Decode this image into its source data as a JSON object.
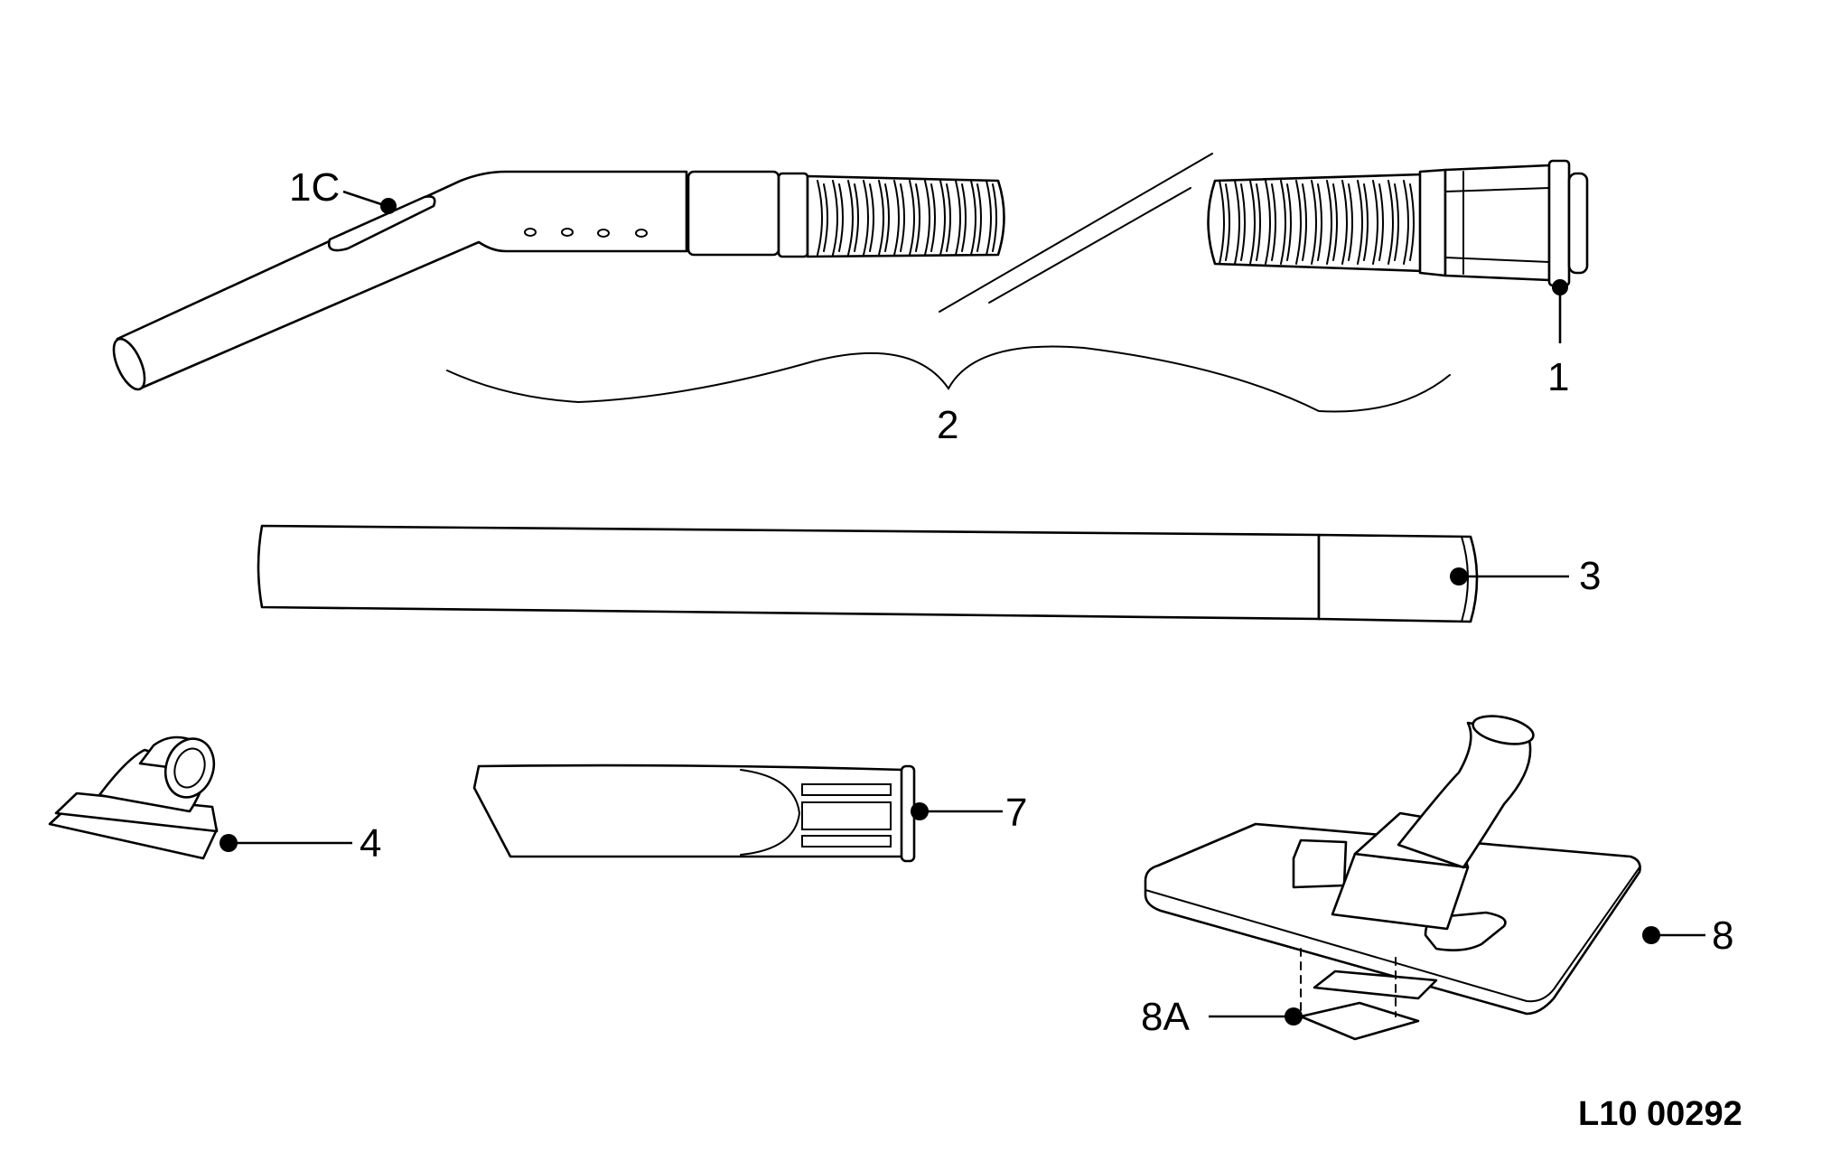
{
  "callouts": {
    "c1C": "1C",
    "c1": "1",
    "c2": "2",
    "c3": "3",
    "c4": "4",
    "c7": "7",
    "c8": "8",
    "c8A": "8A"
  },
  "drawing_code": "L10 00292",
  "colors": {
    "ink": "#000000",
    "paper": "#ffffff"
  }
}
